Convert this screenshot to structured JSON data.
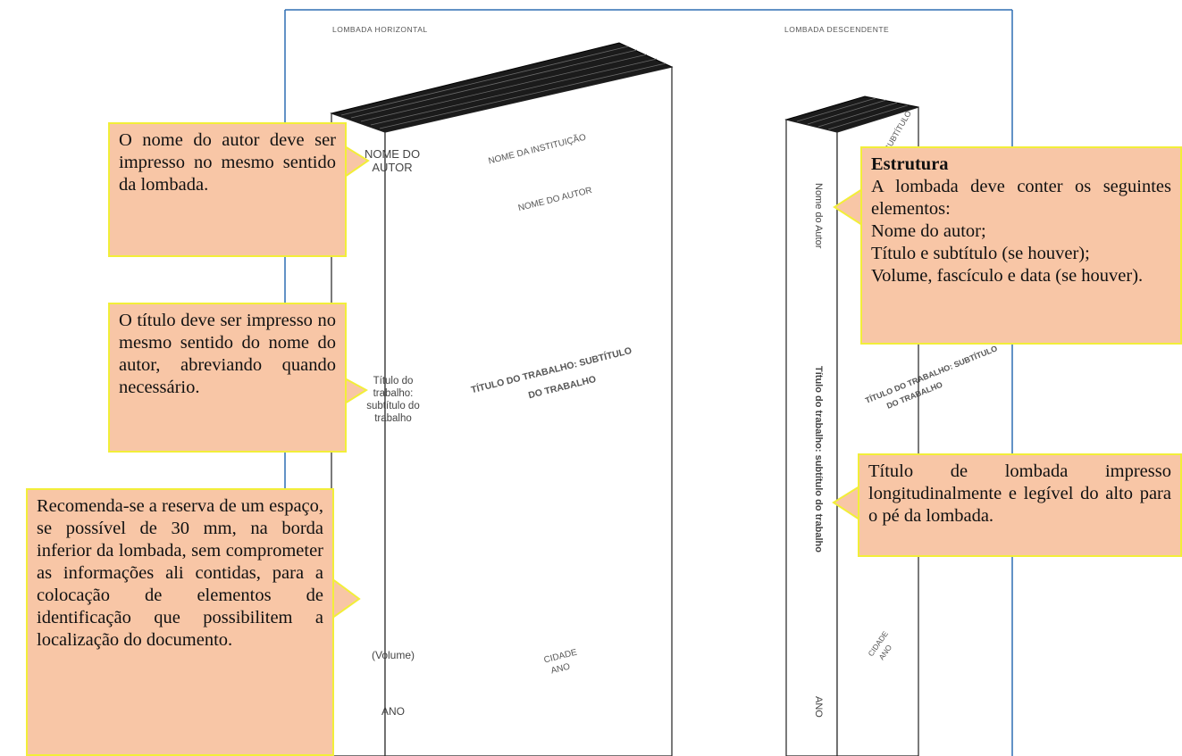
{
  "colors": {
    "frame": "#2f6fb4",
    "callout_fill": "#f8c6a6",
    "callout_border": "#f2ee39",
    "book_top": "#1b1b1b"
  },
  "headers": {
    "horizontal": "LOMBADA HORIZONTAL",
    "descending": "LOMBADA DESCENDENTE"
  },
  "book_horizontal": {
    "spine": {
      "author": [
        "NOME DO",
        "AUTOR"
      ],
      "title": [
        "Título do",
        "trabalho:",
        "subtítulo do",
        "trabalho"
      ],
      "volume": "(Volume)",
      "year": "ANO"
    },
    "cover": {
      "institution": "NOME DA INSTITUIÇÃO",
      "author": "NOME DO AUTOR",
      "title": [
        "TÍTULO DO TRABALHO: SUBTÍTULO",
        "DO TRABALHO"
      ],
      "city": "CIDADE",
      "year": "ANO"
    }
  },
  "book_descending": {
    "spine": {
      "author": "Nome do Autor",
      "title": "Título do trabalho: subtítulo do trabalho",
      "year": "ANO"
    },
    "cover": {
      "institution": "SUBTÍTULO",
      "title": [
        "TÍTULO DO TRABALHO: SUBTÍTULO",
        "DO TRABALHO"
      ],
      "city": "CIDADE",
      "year": "ANO"
    }
  },
  "callouts": {
    "author": "O nome do autor deve ser impresso no mesmo sentido da lombada.",
    "title": "O título deve ser impresso no mesmo sentido do nome do autor, abreviando quando necessário.",
    "reserve": "Recomenda-se a reserva de um espaço, se possível de 30 mm, na borda inferior da lombada, sem comprometer as informações ali contidas, para a colocação de elementos de identificação que possibilitem a localização do documento.",
    "structure": {
      "title": "Estrutura",
      "lines": [
        "A lombada deve conter os seguintes elementos:",
        "Nome do autor;",
        "Título e subtítulo (se houver);",
        "Volume, fascículo e data (se houver)."
      ]
    },
    "longitudinal": "Título de lombada impresso longitudinalmente e legível do alto para o pé da lombada."
  }
}
